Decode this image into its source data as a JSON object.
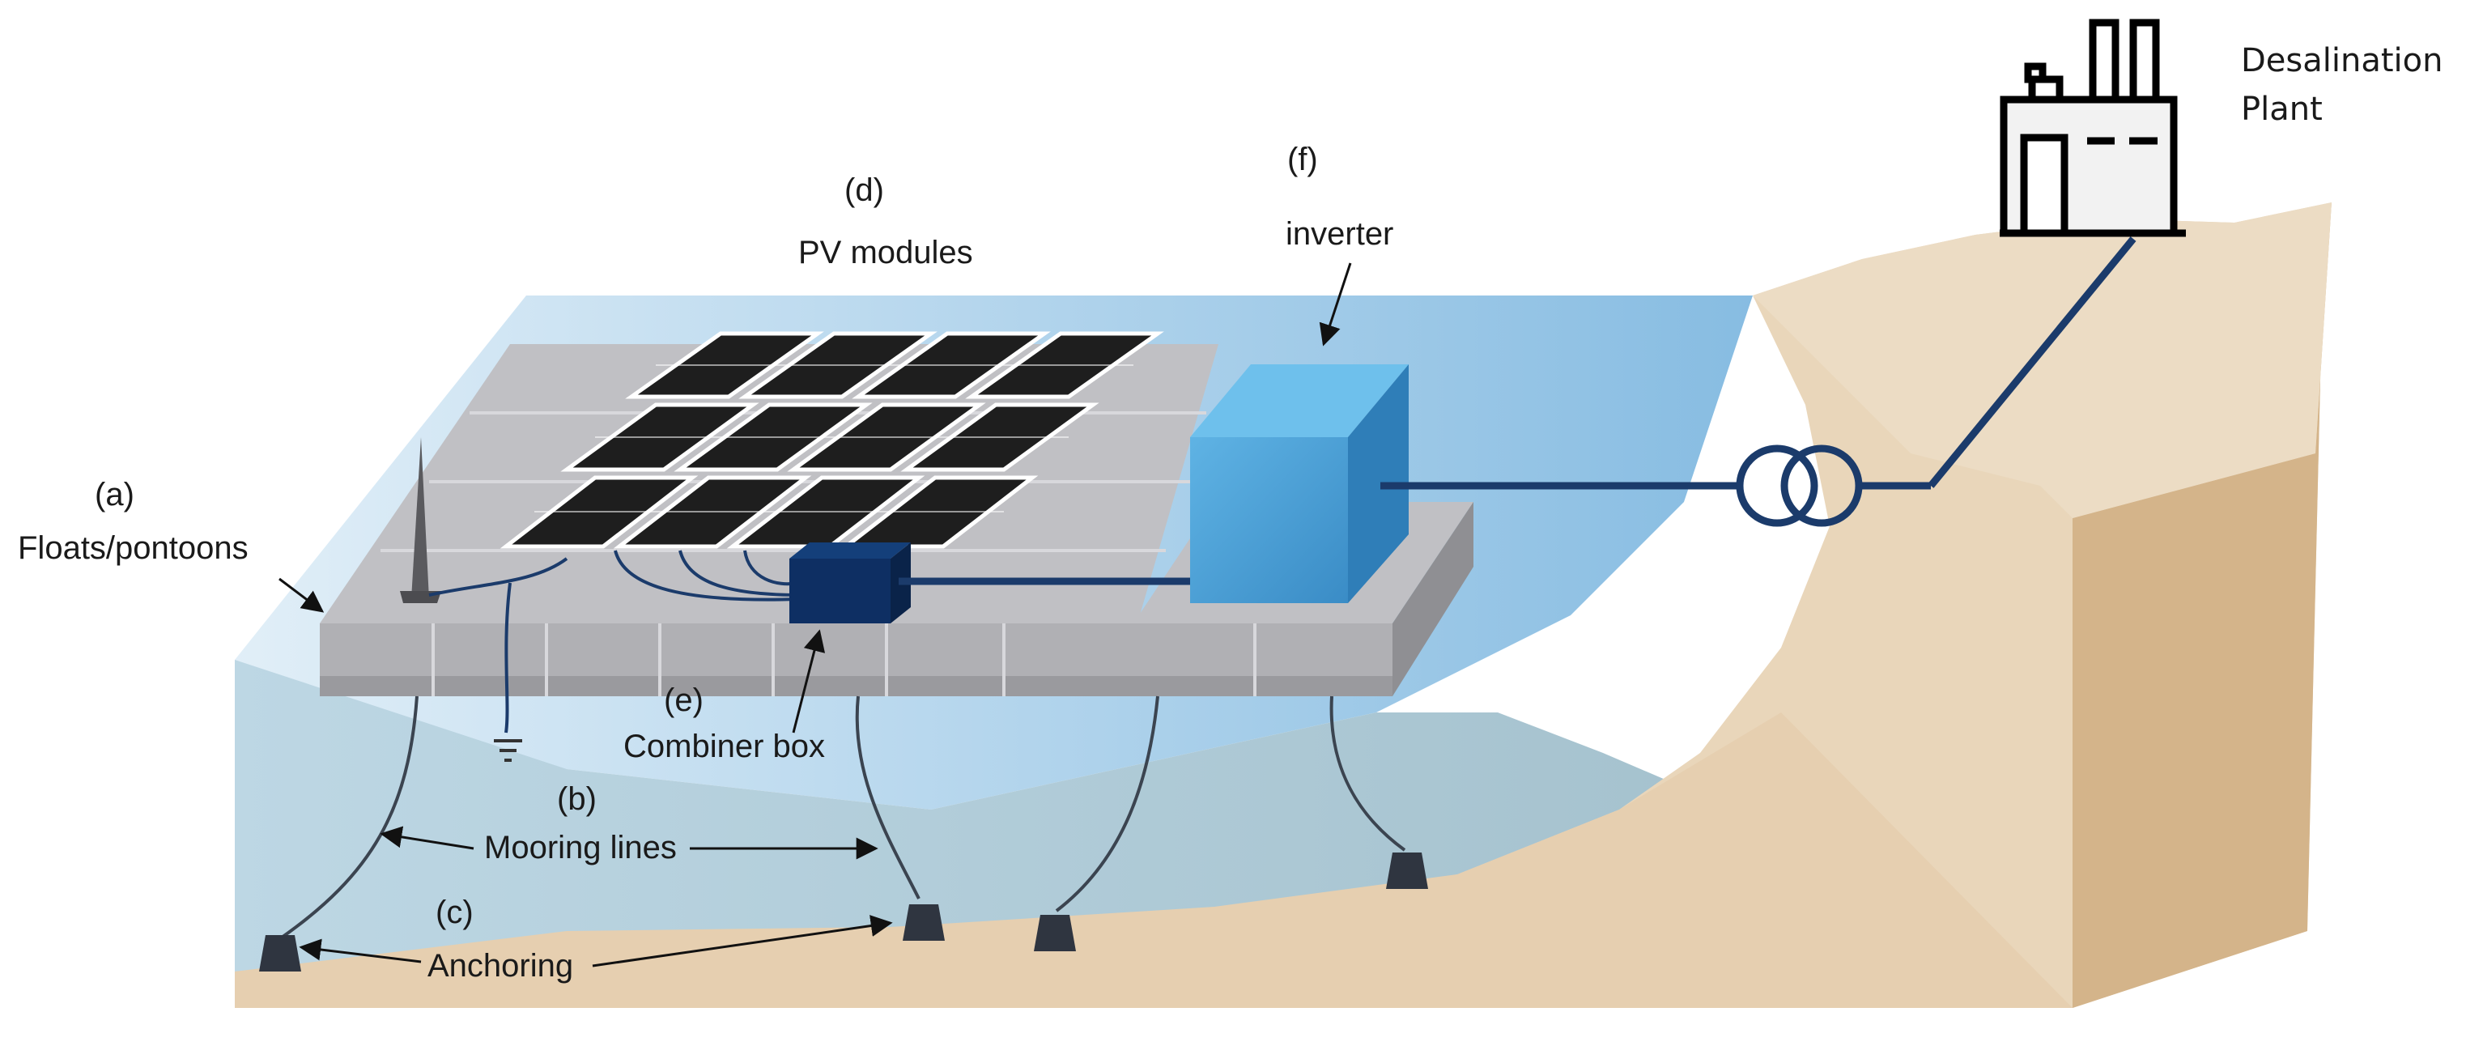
{
  "labels": {
    "a_letter": "(a)",
    "a_text": "Floats/pontoons",
    "b_letter": "(b)",
    "b_text": "Mooring lines",
    "c_letter": "(c)",
    "c_text": "Anchoring",
    "d_letter": "(d)",
    "d_text": "PV modules",
    "e_letter": "(e)",
    "e_text": "Combiner box",
    "f_letter": "(f)",
    "f_text": "inverter",
    "plant_line1": "Desalination",
    "plant_line2": "Plant"
  },
  "colors": {
    "water_surface": "#b9d9ee",
    "water_body": "#a9c6d3",
    "sand": "#e6cfb0",
    "cliff": "#d8bb92",
    "pontoon": "#a9a9ad",
    "cable": "#1b3b6b",
    "inverter": "#4a9ed6",
    "combiner": "#0e2f63"
  }
}
